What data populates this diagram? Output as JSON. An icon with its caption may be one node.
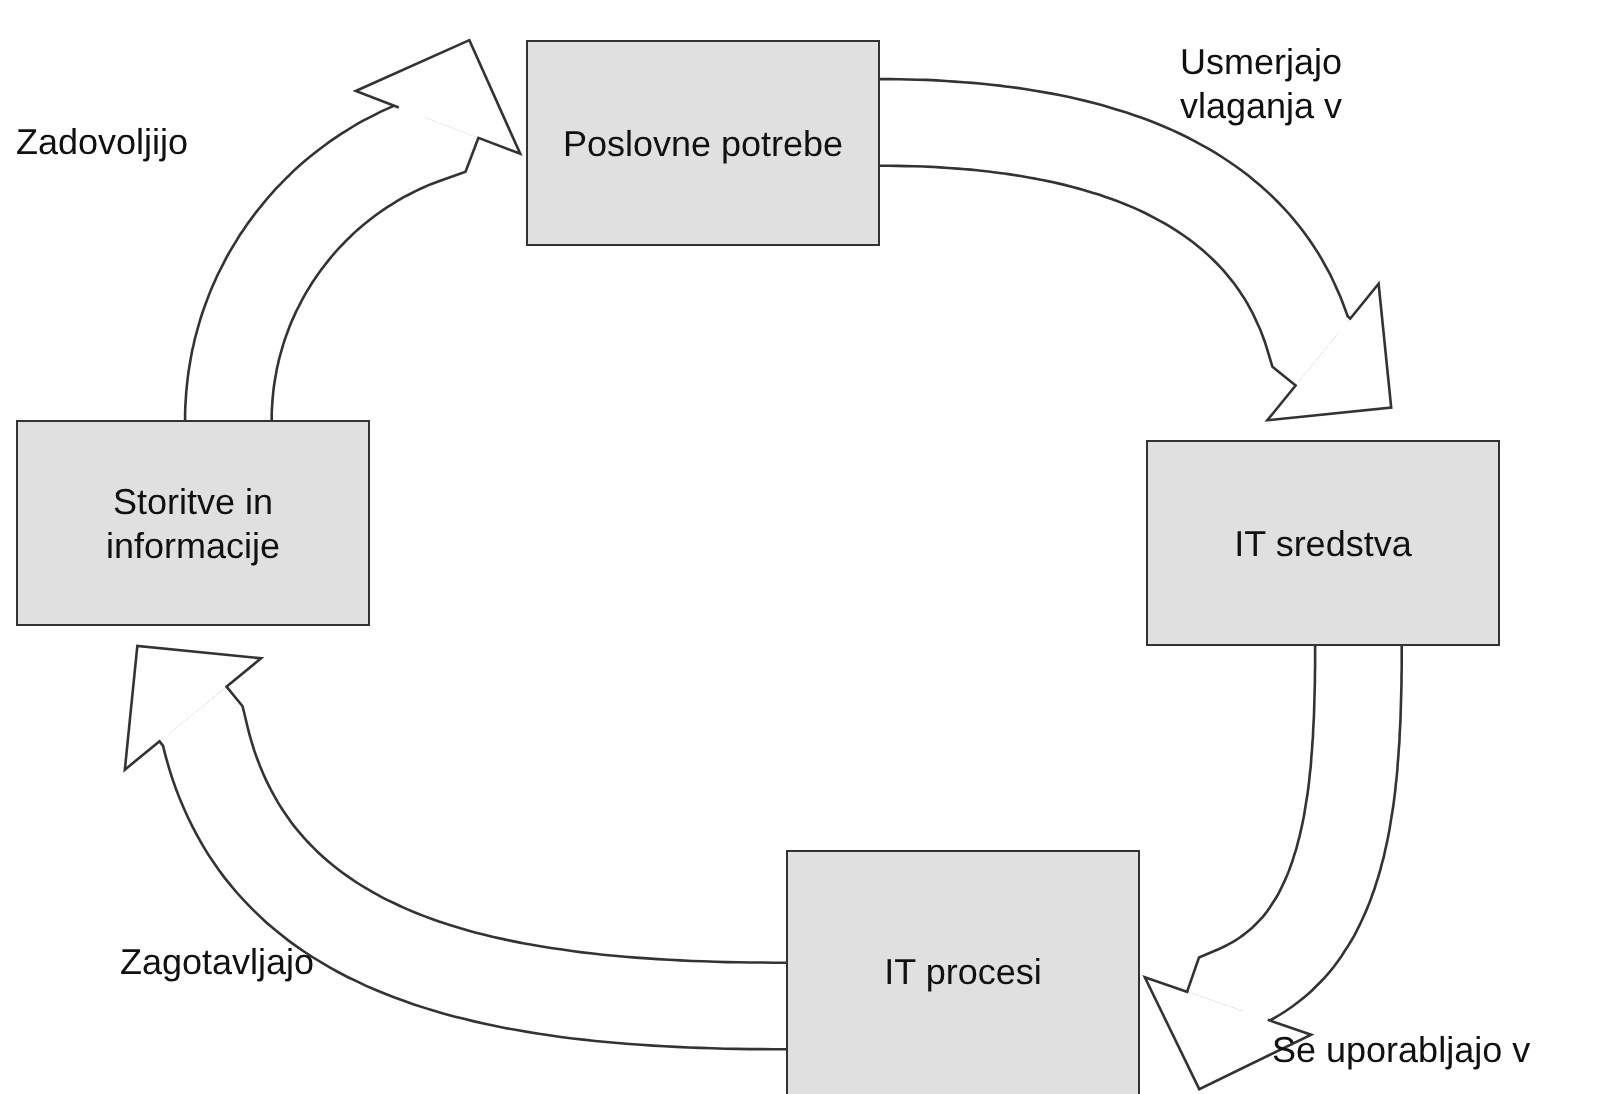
{
  "diagram": {
    "nodes": [
      {
        "text": [
          "Poslovne potrebe"
        ]
      },
      {
        "text": [
          "IT sredstva"
        ]
      },
      {
        "text": [
          "IT procesi"
        ]
      },
      {
        "text": [
          "Storitve in informacije"
        ]
      }
    ],
    "edges": [
      {
        "from": 3,
        "to": 0,
        "arrow": "to",
        "label": "Zadovoljijo"
      },
      {
        "from": 0,
        "to": 1,
        "arrow": "to",
        "label": "Usmerjajo vlaganja v"
      },
      {
        "from": 1,
        "to": 2,
        "arrow": "to",
        "label": "Se uporabljajo v"
      },
      {
        "from": 2,
        "to": 3,
        "arrow": "to",
        "label": "Zagotavljajo"
      }
    ]
  }
}
